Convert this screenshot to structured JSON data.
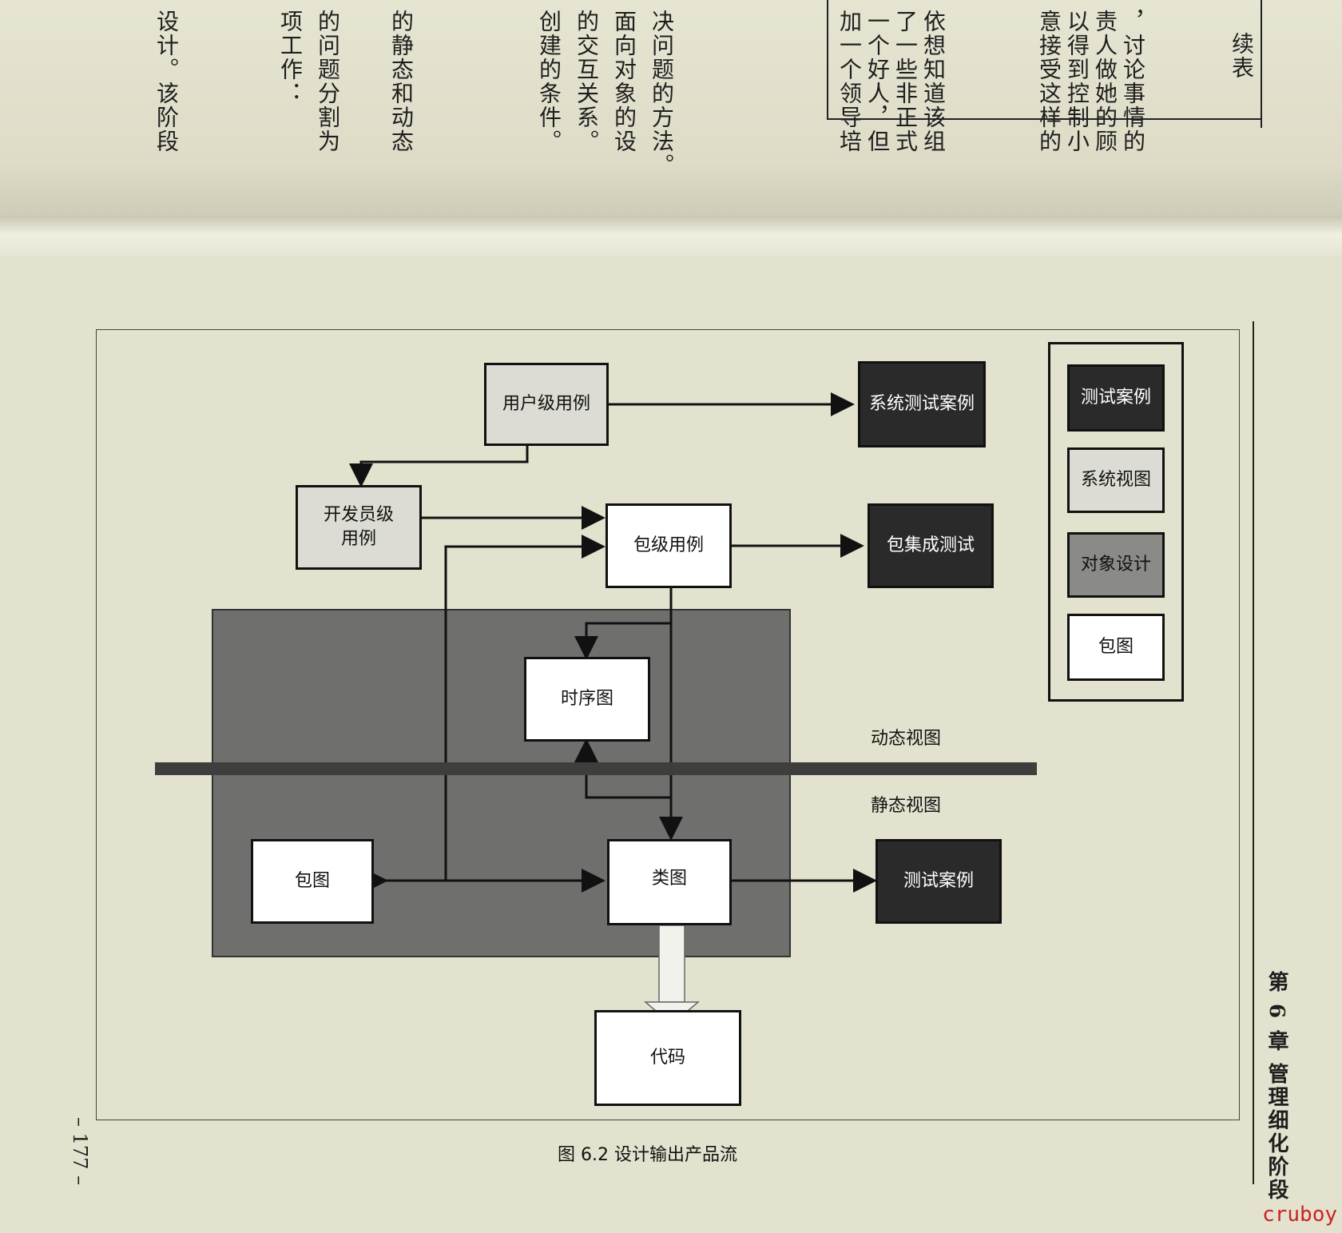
{
  "top_page": {
    "box_col1": "续表",
    "box_col2": "，讨论事情的",
    "box_col3": "责人做她的顾",
    "box_col4": "以得到控制小",
    "box_col5": "意接受这样的",
    "box2_col1": "依想知道该组",
    "box2_col2": "了一些非正式",
    "box2_col3": "一个好人，但",
    "box2_col4": "加一个领导培",
    "text_col1": "决问题的方法。",
    "text_col2": "面向对象的设",
    "text_col3": "的交互关系。",
    "text_col4": "创建的条件。",
    "text_col5": "的静态和动态",
    "text_col6": "的问题分割为",
    "text_col7": "项工作：",
    "text_col8": "设计。该阶段"
  },
  "header": {
    "chapter": "第 6 章  管理细化阶段"
  },
  "diagram": {
    "user_usecase": "用户级用例",
    "dev_usecase": "开发员级用例",
    "pkg_usecase": "包级用例",
    "sequence": "时序图",
    "package": "包图",
    "class": "类图",
    "code": "代码",
    "system_test": "系统测试案例",
    "pkg_test": "包集成测试",
    "test_case": "测试案例",
    "dynamic_view": "动态视图",
    "static_view": "静态视图"
  },
  "legend": {
    "test_case": "测试案例",
    "system_view": "系统视图",
    "object_design": "对象设计",
    "package_diagram": "包图"
  },
  "caption": "图 6.2    设计输出产品流",
  "page_number": "– 177 –",
  "watermark": "cruboy",
  "colors": {
    "dark_box": "#2a2a2a",
    "light_box": "#dcdcd4",
    "object_design_region": "#6f6f6e",
    "white_box": "#ffffff"
  }
}
